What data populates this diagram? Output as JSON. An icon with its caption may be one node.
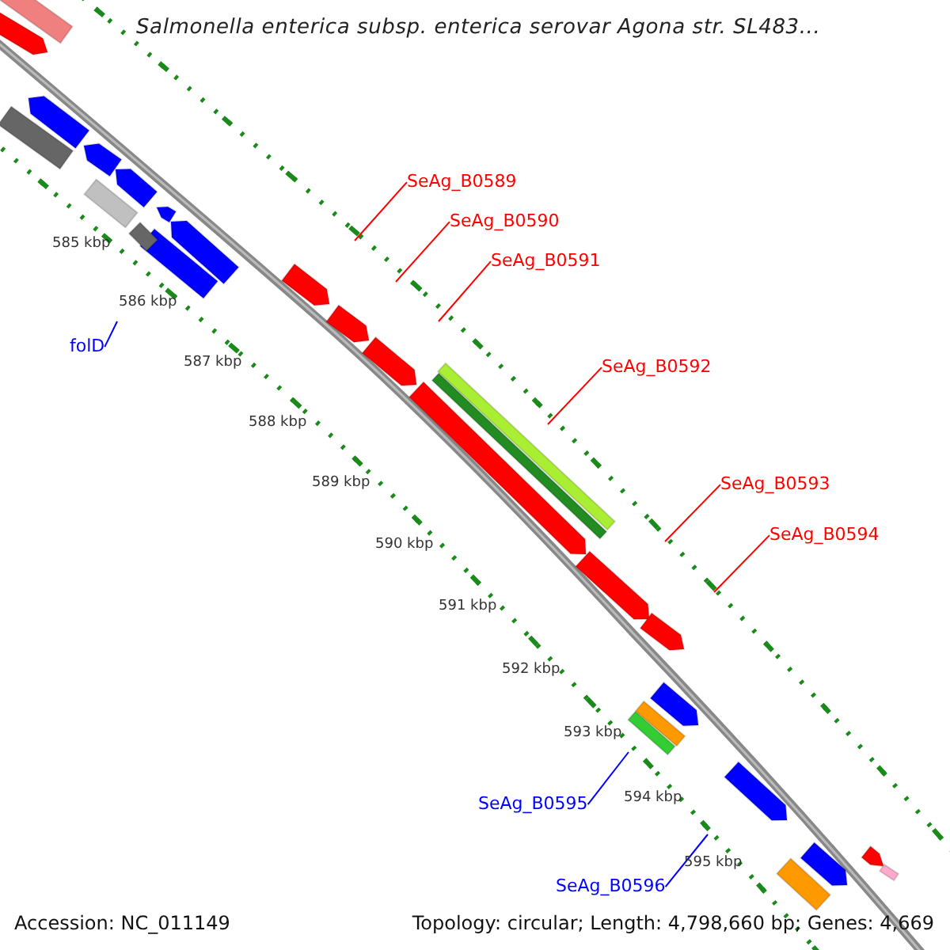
{
  "diagram": {
    "title": "Salmonella enterica subsp. enterica serovar Agona str. SL483...",
    "nodes": [
      {
        "text": [
          "SeAg_B0589"
        ]
      },
      {
        "text": [
          "SeAg_B0590"
        ]
      },
      {
        "text": [
          "SeAg_B0591"
        ]
      },
      {
        "text": [
          "SeAg_B0592"
        ]
      },
      {
        "text": [
          "SeAg_B0593"
        ]
      },
      {
        "text": [
          "SeAg_B0594"
        ]
      },
      {
        "text": [
          "folD"
        ]
      },
      {
        "text": [
          "SeAg_B0595"
        ]
      },
      {
        "text": [
          "SeAg_B0596"
        ]
      }
    ],
    "edges": [
      {
        "from": 0,
        "to": null,
        "arrow": "none"
      },
      {
        "from": 1,
        "to": null,
        "arrow": "none"
      },
      {
        "from": 2,
        "to": null,
        "arrow": "none"
      },
      {
        "from": 3,
        "to": null,
        "arrow": "none"
      },
      {
        "from": 4,
        "to": null,
        "arrow": "none"
      },
      {
        "from": 5,
        "to": null,
        "arrow": "none"
      },
      {
        "from": 6,
        "to": null,
        "arrow": "none",
        "color": "#0000ff"
      },
      {
        "from": 7,
        "to": null,
        "arrow": "none",
        "color": "#0000ff"
      },
      {
        "from": 8,
        "to": null,
        "arrow": "none",
        "color": "#0000ff"
      }
    ],
    "labels": [
      "585 kbp",
      "586 kbp",
      "587 kbp",
      "588 kbp",
      "589 kbp",
      "590 kbp",
      "591 kbp",
      "592 kbp",
      "593 kbp",
      "594 kbp",
      "595 kbp",
      "Accession: NC_011149",
      "Topology: circular; Length: 4,798,660 bp; Genes: 4,669"
    ]
  }
}
